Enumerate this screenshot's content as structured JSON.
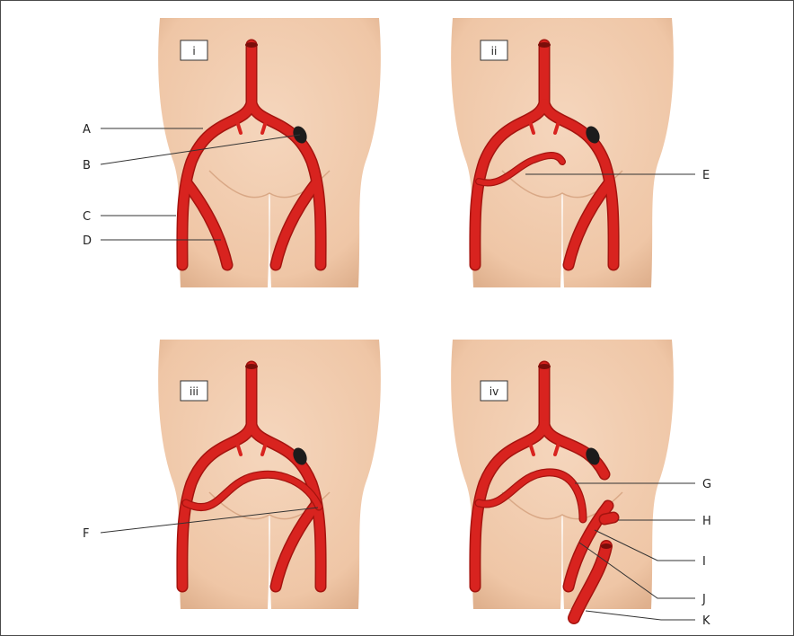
{
  "panels": [
    {
      "id": "i"
    },
    {
      "id": "ii"
    },
    {
      "id": "iii"
    },
    {
      "id": "iv"
    }
  ],
  "labels": {
    "A": "A",
    "B": "B",
    "C": "C",
    "D": "D",
    "E": "E",
    "F": "F",
    "G": "G",
    "H": "H",
    "I": "I",
    "J": "J",
    "K": "K"
  },
  "colors": {
    "skin": "#f2cdb0",
    "skin_shadow": "#dcb08e",
    "artery": "#d8231f",
    "artery_dark": "#a5140f",
    "occlusion": "#1c1c1c"
  }
}
